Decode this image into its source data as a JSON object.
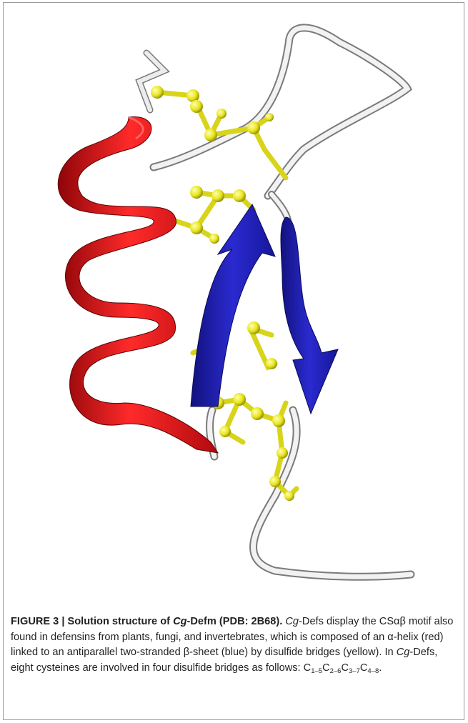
{
  "figure": {
    "label": "FIGURE 3 | ",
    "title_a": "Solution structure of ",
    "title_italic": "Cg",
    "title_b": "-Defm (PDB: 2B68).",
    "colors": {
      "helix": "#e8151b",
      "helix_dark": "#8e0508",
      "sheet": "#1a1aa8",
      "sheet_light": "#3939d6",
      "disulfide": "#ecea22",
      "coil": "#d8d8d8"
    }
  },
  "caption": {
    "s1_italic": "Cg",
    "s1": "-Defs display the CSαβ motif also found in defensins from plants, fungi, and invertebrates, which is composed of an α-helix (red) linked to an antiparallel two-stranded β-sheet (blue) by disulfide bridges (yellow). In ",
    "s2_italic": "Cg",
    "s2": "-Defs, eight cysteines are involved in four disulfide bridges as follows: ",
    "bridges": [
      {
        "c": "C",
        "sub": "1–5"
      },
      {
        "c": "C",
        "sub": "2–6"
      },
      {
        "c": "C",
        "sub": "3–7"
      },
      {
        "c": "C",
        "sub": "4–8"
      }
    ],
    "end": "."
  }
}
